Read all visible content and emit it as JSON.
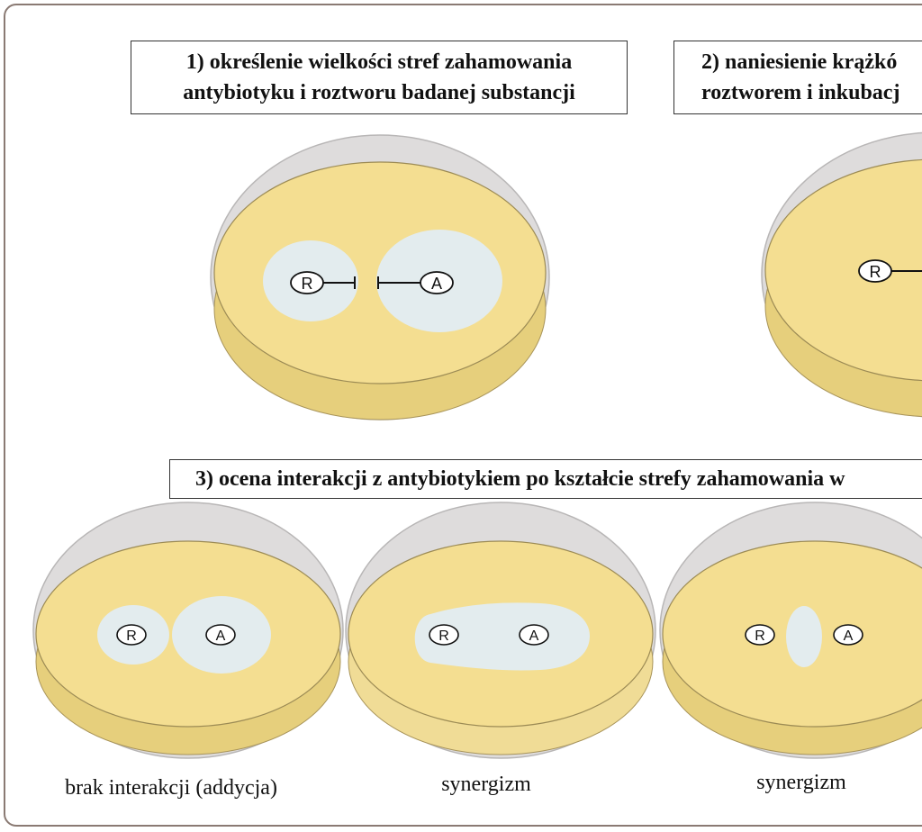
{
  "panels": {
    "step1": {
      "line1": "1) określenie wielkości stref zahamowania",
      "line2": "antybiotyku i roztworu badanej substancji"
    },
    "step2": {
      "line1": "2) naniesienie krążkó",
      "line2": "roztworem i inkubacj"
    },
    "step3": {
      "title": "3) ocena interakcji z antybiotykiem po kształcie strefy zahamowania w"
    }
  },
  "disk_labels": {
    "substance": "R",
    "antibiotic": "A"
  },
  "outcomes": [
    {
      "caption": "brak interakcji (addycja)"
    },
    {
      "caption": "synergizm"
    },
    {
      "caption": "synergizm"
    }
  ],
  "colors": {
    "agar": "#f4de91",
    "agar_side": "#e6cf7c",
    "rim": "#dedcdc",
    "rim_stroke": "#b8b6b6",
    "inhibition_zone": "#e3ecee",
    "frame": "#8a7a73"
  }
}
